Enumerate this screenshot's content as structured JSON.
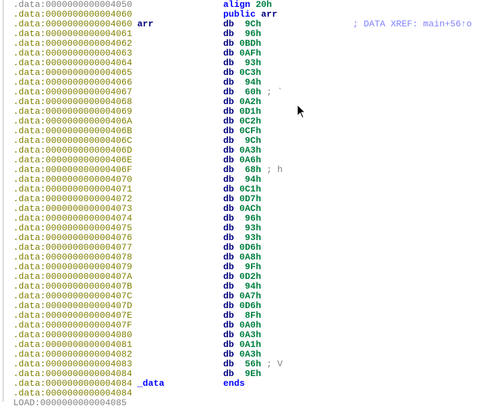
{
  "colors": {
    "address": "#808000",
    "mnemonic": "#000080",
    "operand": "#008040",
    "keyword": "#0000ff",
    "xref": "#8080ff",
    "comment": "#808080"
  },
  "rows": [
    {
      "address": ".data:0000000000004050",
      "mnemonic": "align",
      "operand": "20h",
      "dim": true,
      "kw": true
    },
    {
      "address": ".data:0000000000004060",
      "mnemonic": "public",
      "operand": "arr",
      "kw": true,
      "opkw": true
    },
    {
      "address": ".data:0000000000004060",
      "label": "arr",
      "mnemonic": "db",
      "operand": " 9Ch",
      "xref": "; DATA XREF: main+56↑o"
    },
    {
      "address": ".data:0000000000004061",
      "mnemonic": "db",
      "operand": " 96h"
    },
    {
      "address": ".data:0000000000004062",
      "mnemonic": "db",
      "operand": "0BDh"
    },
    {
      "address": ".data:0000000000004063",
      "mnemonic": "db",
      "operand": "0AFh"
    },
    {
      "address": ".data:0000000000004064",
      "mnemonic": "db",
      "operand": " 93h"
    },
    {
      "address": ".data:0000000000004065",
      "mnemonic": "db",
      "operand": "0C3h"
    },
    {
      "address": ".data:0000000000004066",
      "mnemonic": "db",
      "operand": " 94h"
    },
    {
      "address": ".data:0000000000004067",
      "mnemonic": "db",
      "operand": " 60h",
      "comment": " ; `"
    },
    {
      "address": ".data:0000000000004068",
      "mnemonic": "db",
      "operand": "0A2h"
    },
    {
      "address": ".data:0000000000004069",
      "mnemonic": "db",
      "operand": "0D1h"
    },
    {
      "address": ".data:000000000000406A",
      "mnemonic": "db",
      "operand": "0C2h"
    },
    {
      "address": ".data:000000000000406B",
      "mnemonic": "db",
      "operand": "0CFh"
    },
    {
      "address": ".data:000000000000406C",
      "mnemonic": "db",
      "operand": " 9Ch"
    },
    {
      "address": ".data:000000000000406D",
      "mnemonic": "db",
      "operand": "0A3h"
    },
    {
      "address": ".data:000000000000406E",
      "mnemonic": "db",
      "operand": "0A6h"
    },
    {
      "address": ".data:000000000000406F",
      "mnemonic": "db",
      "operand": " 68h",
      "comment": " ; h"
    },
    {
      "address": ".data:0000000000004070",
      "mnemonic": "db",
      "operand": " 94h"
    },
    {
      "address": ".data:0000000000004071",
      "mnemonic": "db",
      "operand": "0C1h"
    },
    {
      "address": ".data:0000000000004072",
      "mnemonic": "db",
      "operand": "0D7h"
    },
    {
      "address": ".data:0000000000004073",
      "mnemonic": "db",
      "operand": "0ACh"
    },
    {
      "address": ".data:0000000000004074",
      "mnemonic": "db",
      "operand": " 96h"
    },
    {
      "address": ".data:0000000000004075",
      "mnemonic": "db",
      "operand": " 93h"
    },
    {
      "address": ".data:0000000000004076",
      "mnemonic": "db",
      "operand": " 93h"
    },
    {
      "address": ".data:0000000000004077",
      "mnemonic": "db",
      "operand": "0D6h"
    },
    {
      "address": ".data:0000000000004078",
      "mnemonic": "db",
      "operand": "0A8h"
    },
    {
      "address": ".data:0000000000004079",
      "mnemonic": "db",
      "operand": " 9Fh"
    },
    {
      "address": ".data:000000000000407A",
      "mnemonic": "db",
      "operand": "0D2h"
    },
    {
      "address": ".data:000000000000407B",
      "mnemonic": "db",
      "operand": " 94h"
    },
    {
      "address": ".data:000000000000407C",
      "mnemonic": "db",
      "operand": "0A7h"
    },
    {
      "address": ".data:000000000000407D",
      "mnemonic": "db",
      "operand": "0D6h"
    },
    {
      "address": ".data:000000000000407E",
      "mnemonic": "db",
      "operand": " 8Fh"
    },
    {
      "address": ".data:000000000000407F",
      "mnemonic": "db",
      "operand": "0A0h"
    },
    {
      "address": ".data:0000000000004080",
      "mnemonic": "db",
      "operand": "0A3h"
    },
    {
      "address": ".data:0000000000004081",
      "mnemonic": "db",
      "operand": "0A1h"
    },
    {
      "address": ".data:0000000000004082",
      "mnemonic": "db",
      "operand": "0A3h"
    },
    {
      "address": ".data:0000000000004083",
      "mnemonic": "db",
      "operand": " 56h",
      "comment": " ; V"
    },
    {
      "address": ".data:0000000000004084",
      "mnemonic": "db",
      "operand": " 9Eh"
    },
    {
      "address": ".data:0000000000004084",
      "label": "_data",
      "seg": true,
      "mnemonic": "ends",
      "kw": true
    },
    {
      "address": ".data:0000000000004084"
    },
    {
      "address": "LOAD:0000000000004085",
      "dim": true
    }
  ]
}
